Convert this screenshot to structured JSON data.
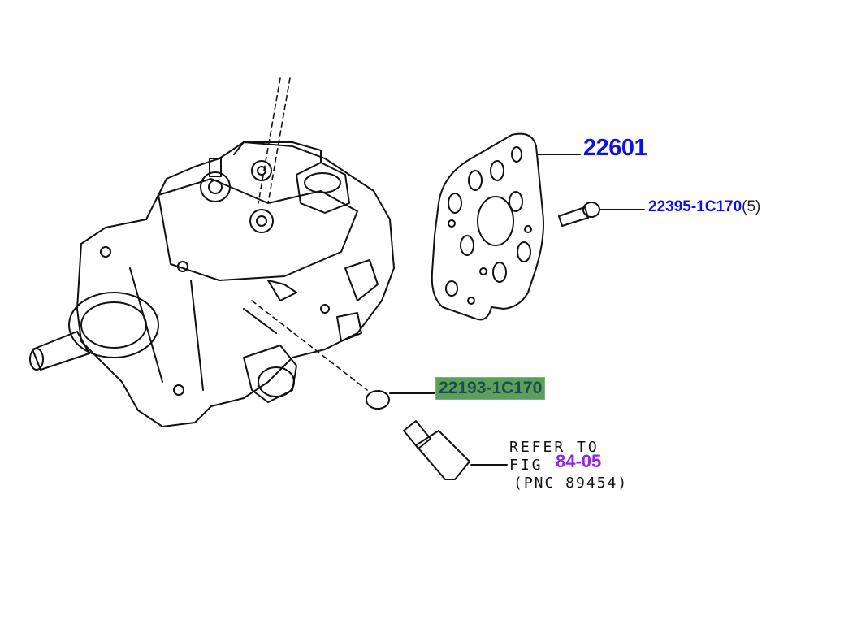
{
  "parts": [
    {
      "number": "22601",
      "color": "#1010e8"
    },
    {
      "number": "22395-1C170",
      "quantity": "(5)",
      "color": "#1010e8"
    },
    {
      "number": "22193-1C170",
      "highlight": "#5c9e5c",
      "color": "#1a4d4d"
    }
  ],
  "reference": {
    "line1": "REFER TO",
    "line2": "FIG",
    "figure": "84-05",
    "pnc": "(PNC 89454)",
    "color": "#8a2be2"
  }
}
